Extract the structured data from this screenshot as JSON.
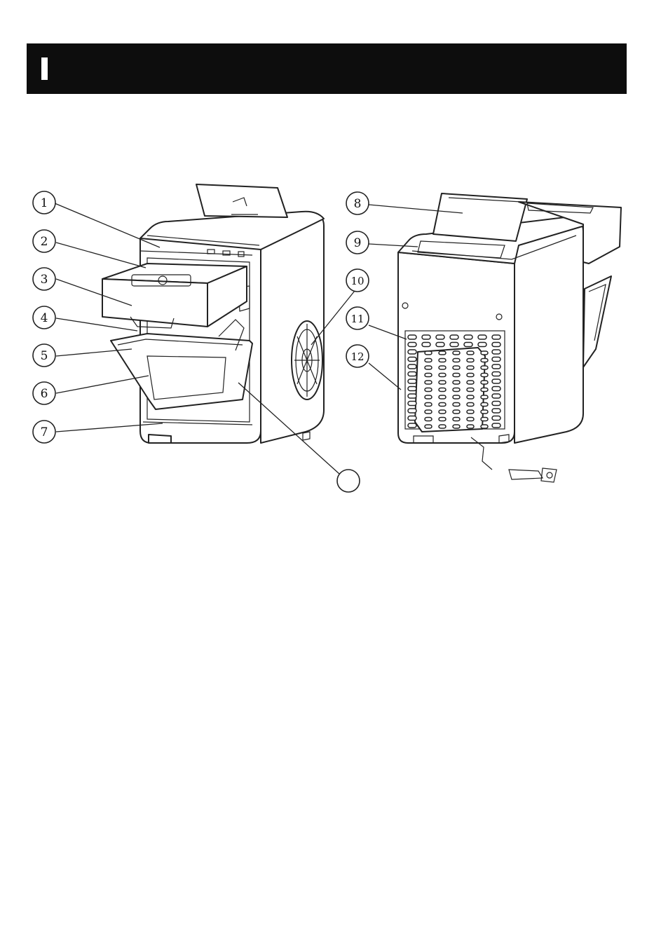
{
  "header": {
    "mark": "I",
    "title": ""
  },
  "diagram": {
    "callouts": [
      {
        "id": "callout-1",
        "label": "1"
      },
      {
        "id": "callout-2",
        "label": "2"
      },
      {
        "id": "callout-3",
        "label": "3"
      },
      {
        "id": "callout-4",
        "label": "4"
      },
      {
        "id": "callout-5",
        "label": "5"
      },
      {
        "id": "callout-6",
        "label": "6"
      },
      {
        "id": "callout-7",
        "label": "7"
      },
      {
        "id": "callout-8",
        "label": "8"
      },
      {
        "id": "callout-9",
        "label": "9"
      },
      {
        "id": "callout-10",
        "label": "10"
      },
      {
        "id": "callout-11",
        "label": "11"
      },
      {
        "id": "callout-12",
        "label": "12"
      },
      {
        "id": "callout-13",
        "label": ""
      }
    ]
  },
  "icons": {
    "front_view": "ice-maker-front-illustration",
    "back_view": "ice-maker-back-illustration",
    "plug": "power-plug-icon"
  }
}
